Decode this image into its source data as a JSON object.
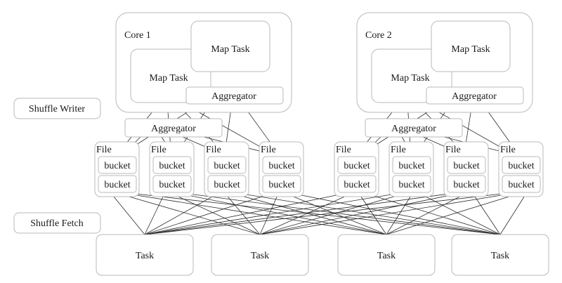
{
  "stages": {
    "writer": "Shuffle Writer",
    "fetch": "Shuffle Fetch"
  },
  "cores": [
    {
      "label": "Core 1",
      "map_tasks": [
        "Map Task",
        "Map Task"
      ],
      "inner_aggregator": "Aggregator",
      "outer_aggregator": "Aggregator",
      "files": [
        {
          "label": "File",
          "buckets": [
            "bucket",
            "bucket"
          ]
        },
        {
          "label": "File",
          "buckets": [
            "bucket",
            "bucket"
          ]
        },
        {
          "label": "File",
          "buckets": [
            "bucket",
            "bucket"
          ]
        },
        {
          "label": "File",
          "buckets": [
            "bucket",
            "bucket"
          ]
        }
      ]
    },
    {
      "label": "Core 2",
      "map_tasks": [
        "Map Task",
        "Map Task"
      ],
      "inner_aggregator": "Aggregator",
      "outer_aggregator": "Aggregator",
      "files": [
        {
          "label": "File",
          "buckets": [
            "bucket",
            "bucket"
          ]
        },
        {
          "label": "File",
          "buckets": [
            "bucket",
            "bucket"
          ]
        },
        {
          "label": "File",
          "buckets": [
            "bucket",
            "bucket"
          ]
        },
        {
          "label": "File",
          "buckets": [
            "bucket",
            "bucket"
          ]
        }
      ]
    }
  ],
  "fetch_tasks": [
    "Task",
    "Task",
    "Task",
    "Task"
  ]
}
